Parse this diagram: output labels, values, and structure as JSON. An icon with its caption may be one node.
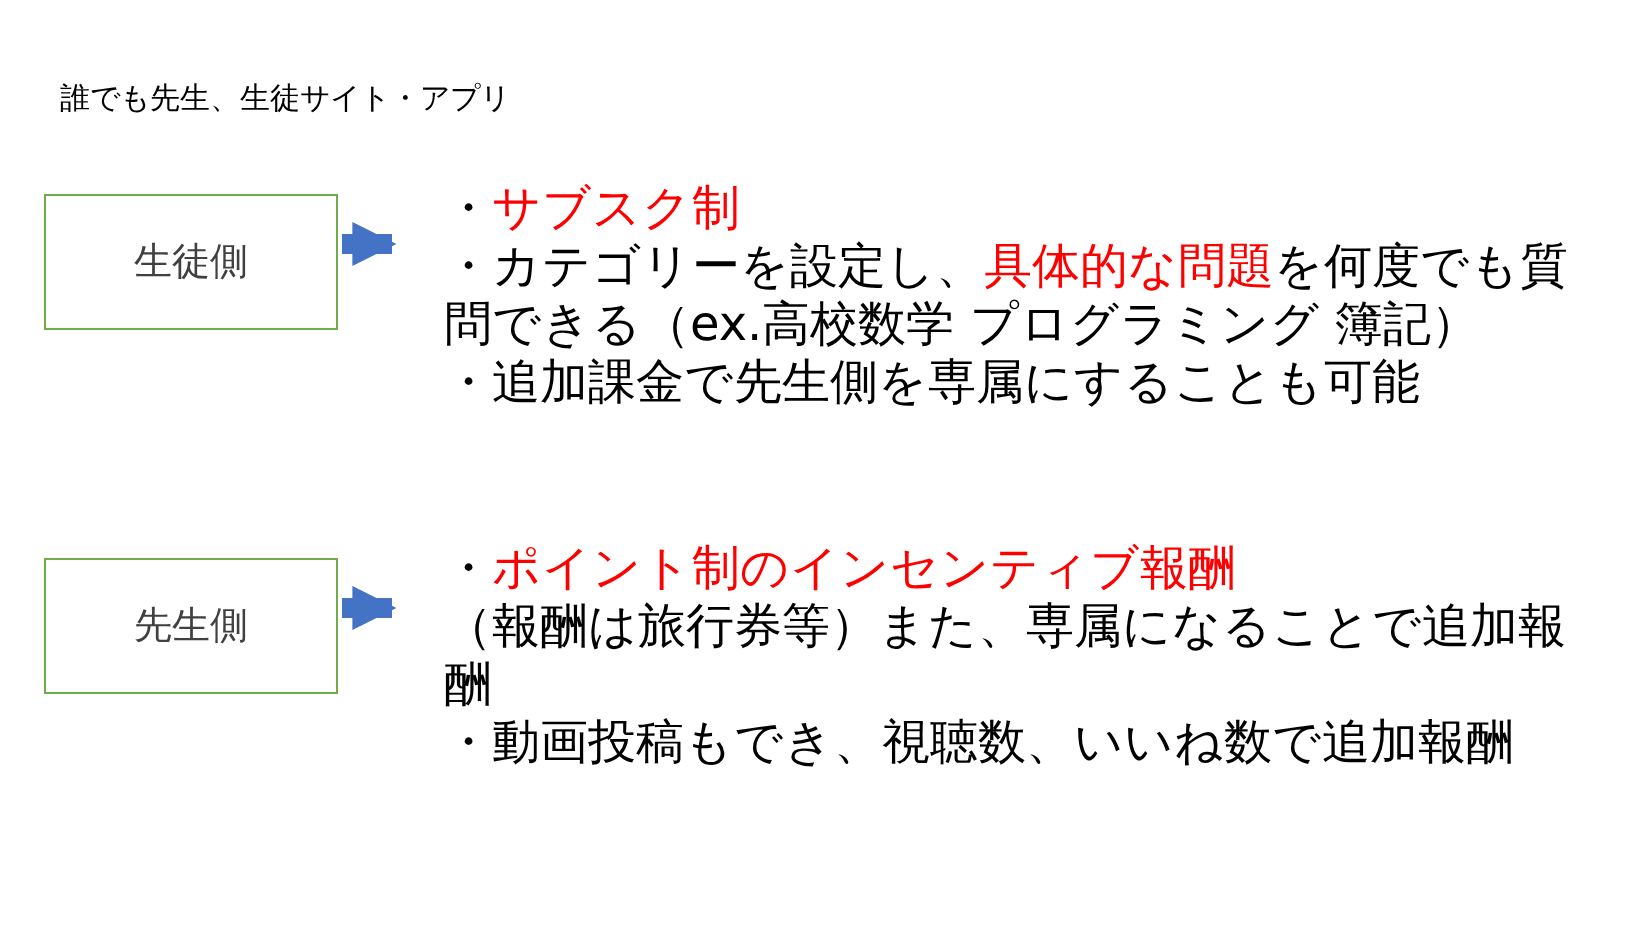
{
  "diagram": {
    "title": "誰でも先生、生徒サイト・アプリ",
    "nodes": [
      {
        "text": [
          "生徒側"
        ]
      },
      {
        "text": [
          "・**サブスク制**",
          "・カテゴリーを設定し、**具体的な問題**を何度でも質問できる（ex.高校数学 プログラミング 簿記）",
          "・追加課金で先生側を専属にすることも可能"
        ]
      },
      {
        "text": [
          "先生側"
        ]
      },
      {
        "text": [
          "・**ポイント制のインセンティブ報酬**",
          "（報酬は旅行券等）また、専属になることで追加報酬",
          "・動画投稿もでき、視聴数、いいね数で追加報酬"
        ]
      }
    ],
    "edges": [
      {
        "from": 0,
        "to": 1,
        "arrow": "to"
      },
      {
        "from": 2,
        "to": 3,
        "arrow": "to"
      }
    ]
  }
}
